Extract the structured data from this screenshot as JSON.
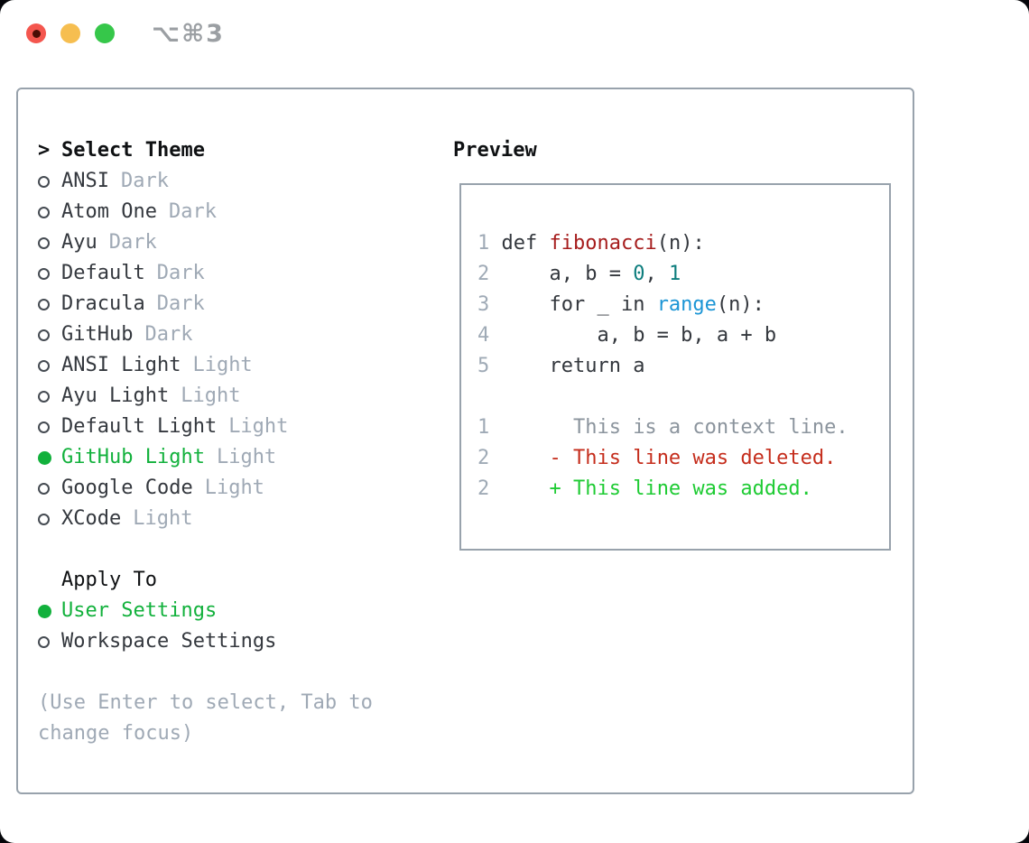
{
  "window": {
    "title_shortcut": "⌥⌘3"
  },
  "theme_panel": {
    "header": {
      "marker": ">",
      "label": "Select Theme"
    },
    "items": [
      {
        "name": "ANSI",
        "variant": "Dark",
        "selected": false
      },
      {
        "name": "Atom One",
        "variant": "Dark",
        "selected": false
      },
      {
        "name": "Ayu",
        "variant": "Dark",
        "selected": false
      },
      {
        "name": "Default",
        "variant": "Dark",
        "selected": false
      },
      {
        "name": "Dracula",
        "variant": "Dark",
        "selected": false
      },
      {
        "name": "GitHub",
        "variant": "Dark",
        "selected": false
      },
      {
        "name": "ANSI Light",
        "variant": "Light",
        "selected": false
      },
      {
        "name": "Ayu Light",
        "variant": "Light",
        "selected": false
      },
      {
        "name": "Default Light",
        "variant": "Light",
        "selected": false
      },
      {
        "name": "GitHub Light",
        "variant": "Light",
        "selected": true
      },
      {
        "name": "Google Code",
        "variant": "Light",
        "selected": false
      },
      {
        "name": "XCode",
        "variant": "Light",
        "selected": false
      }
    ],
    "apply_to": {
      "label": "Apply To",
      "options": [
        {
          "name": "User Settings",
          "selected": true
        },
        {
          "name": "Workspace Settings",
          "selected": false
        }
      ]
    },
    "hint_lines": [
      "(Use Enter to select, Tab to",
      "change focus)"
    ]
  },
  "preview": {
    "label": "Preview",
    "code_lines": [
      [
        [
          "1",
          "lineno"
        ],
        [
          " def ",
          "plain"
        ],
        [
          "fibonacci",
          "func"
        ],
        [
          "(n):",
          "plain"
        ]
      ],
      [
        [
          "2",
          "lineno"
        ],
        [
          "     a, b = ",
          "plain"
        ],
        [
          "0",
          "num"
        ],
        [
          ", ",
          "plain"
        ],
        [
          "1",
          "num"
        ]
      ],
      [
        [
          "3",
          "lineno"
        ],
        [
          "     for _ in ",
          "plain"
        ],
        [
          "range",
          "builtin"
        ],
        [
          "(n):",
          "plain"
        ]
      ],
      [
        [
          "4",
          "lineno"
        ],
        [
          "         a, b = b, a + b",
          "plain"
        ]
      ],
      [
        [
          "5",
          "lineno"
        ],
        [
          "     return a",
          "plain"
        ]
      ],
      [],
      [
        [
          "1",
          "lineno"
        ],
        [
          "       This is a context line.",
          "context"
        ]
      ],
      [
        [
          "2",
          "lineno"
        ],
        [
          "     ",
          "plain"
        ],
        [
          "- This line was deleted.",
          "deleted"
        ]
      ],
      [
        [
          "2",
          "lineno"
        ],
        [
          "     ",
          "plain"
        ],
        [
          "+ This line was added.",
          "added"
        ]
      ]
    ]
  },
  "colors": {
    "text_black": "#0f1113",
    "text_dark": "#34383e",
    "muted": "#9fa9b5",
    "border": "#98a2ac",
    "circle_stroke": "#454b52",
    "selected_green": "#12b13c",
    "lineno": "#9faab6",
    "code_plain": "#33373d",
    "func_red": "#a61d1d",
    "num_teal": "#0d7d7d",
    "builtin_blue": "#1b95d5",
    "context_gray": "#8b949d",
    "deleted_red": "#c52d1c",
    "added_green": "#1ecb33",
    "traffic_red": "#f4564e",
    "traffic_yellow": "#f6be50",
    "traffic_green": "#36c74a",
    "traffic_red_dot": "#4a0d05",
    "title_gray": "#9b9fa3"
  }
}
